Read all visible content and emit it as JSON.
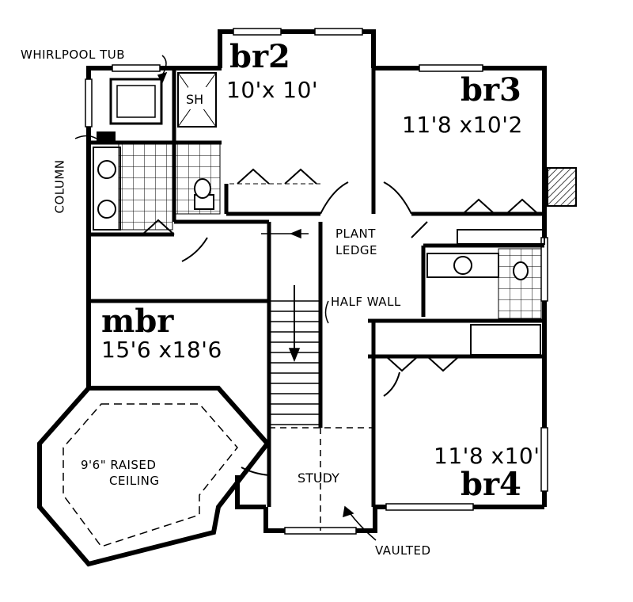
{
  "rooms": {
    "br2": {
      "name": "br2",
      "dims": "10'x 10'"
    },
    "br3": {
      "name": "br3",
      "dims": "11'8 x10'2"
    },
    "mbr": {
      "name": "mbr",
      "dims": "15'6 x18'6"
    },
    "br4": {
      "name": "br4",
      "dims": "11'8 x10'"
    },
    "study": {
      "name": "STUDY"
    }
  },
  "callouts": {
    "whirlpool": "WHIRLPOOL TUB",
    "shower": "SH",
    "column": "COLUMN",
    "plant_ledge_1": "PLANT",
    "plant_ledge_2": "LEDGE",
    "half_wall": "HALF WALL",
    "raised_ceiling_1": "9'6\" RAISED",
    "raised_ceiling_2": "CEILING",
    "vaulted": "VAULTED"
  }
}
